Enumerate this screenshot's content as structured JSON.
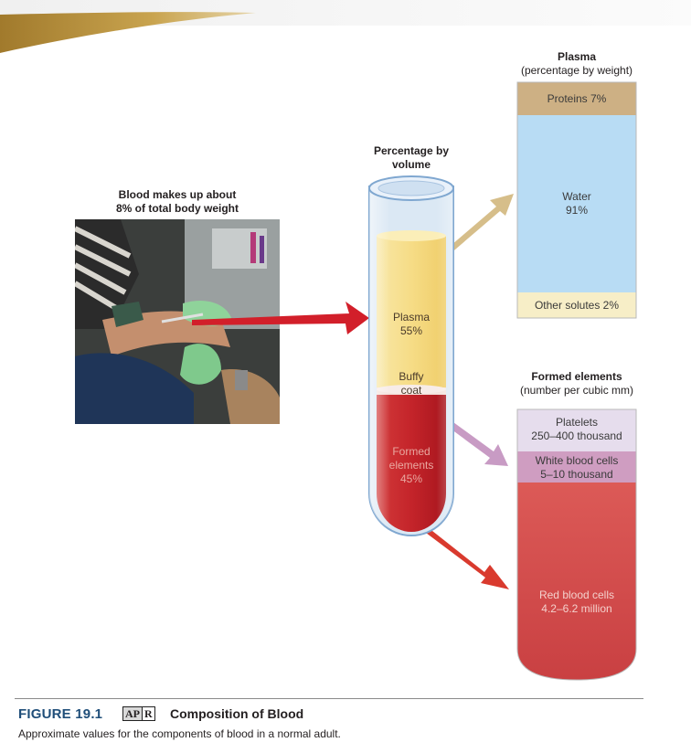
{
  "intro": {
    "line1": "Blood makes up about",
    "line2": "8% of total body weight"
  },
  "tube": {
    "heading_line1": "Percentage by",
    "heading_line2": "volume",
    "plasma_label": "Plasma",
    "plasma_value": "55%",
    "buffy_line1": "Buffy",
    "buffy_line2": "coat",
    "formed_line1": "Formed",
    "formed_line2": "elements",
    "formed_value": "45%"
  },
  "plasma_panel": {
    "title": "Plasma",
    "subtitle": "(percentage by weight)",
    "proteins": "Proteins 7%",
    "water_label": "Water",
    "water_value": "91%",
    "other": "Other solutes 2%"
  },
  "formed_panel": {
    "title": "Formed elements",
    "subtitle": "(number per cubic mm)",
    "platelets_label": "Platelets",
    "platelets_value": "250–400 thousand",
    "wbc_label": "White blood cells",
    "wbc_value": "5–10 thousand",
    "rbc_label": "Red blood cells",
    "rbc_value": "4.2–6.2 million"
  },
  "caption": {
    "figure_number": "FIGURE 19.1",
    "badge_a": "AP",
    "badge_b": "R",
    "title": "Composition of Blood",
    "description": "Approximate values for the components of blood in a normal adult."
  },
  "colors": {
    "plasma": "#f6dc86",
    "buffy_coat": "#f3e3dd",
    "formed_elements": "#c4242a",
    "proteins": "#cdb084",
    "water": "#b8dcf4",
    "other_solutes": "#f7eec7",
    "platelets": "#e6dded",
    "white_blood_cells": "#cf9dc1",
    "red_blood_cells": "#d2484a"
  }
}
